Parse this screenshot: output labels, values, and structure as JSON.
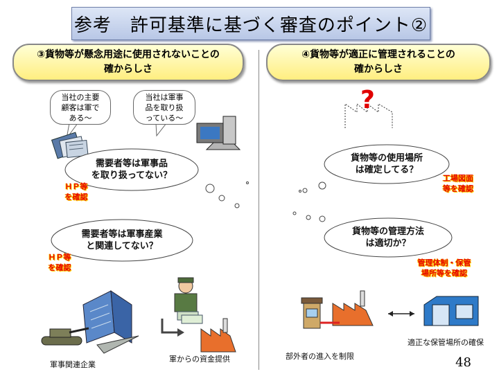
{
  "title": "参考　許可基準に基づく審査のポイント②",
  "left_header": "③貨物等が懸念用途に使用されないことの\n確からしさ",
  "right_header": "④貨物等が適正に管理されることの\n確からしさ",
  "callouts": {
    "main_customer": "当社の主要\n顧客は軍で\nある～",
    "handles_military": "当社は軍事\n品を取り扱\nっている～"
  },
  "thoughts": {
    "military_goods": "需要者等は軍事品\nを取り扱ってない？",
    "military_industry": "需要者等は軍事産業\nと関連してない？",
    "usage_location": "貨物等の使用場所\nは確定してる？",
    "management_method": "貨物等の管理方法\nは適切か？"
  },
  "checks": {
    "hp_check_1": "ＨＰ等\nを確認",
    "hp_check_2": "ＨＰ等\nを確認",
    "factory_drawing": "工場図面\n等を確認",
    "management_system": "管理体制・保管\n場所等を確認"
  },
  "captions": {
    "military_company": "軍事関連企業",
    "military_funding": "軍からの資金提供",
    "restrict_outsiders": "部外者の進入を制限",
    "storage_place": "適正な保管場所の確保"
  },
  "symbols": {
    "question": "?",
    "double_arrow": "⟷"
  },
  "page_number": "48"
}
